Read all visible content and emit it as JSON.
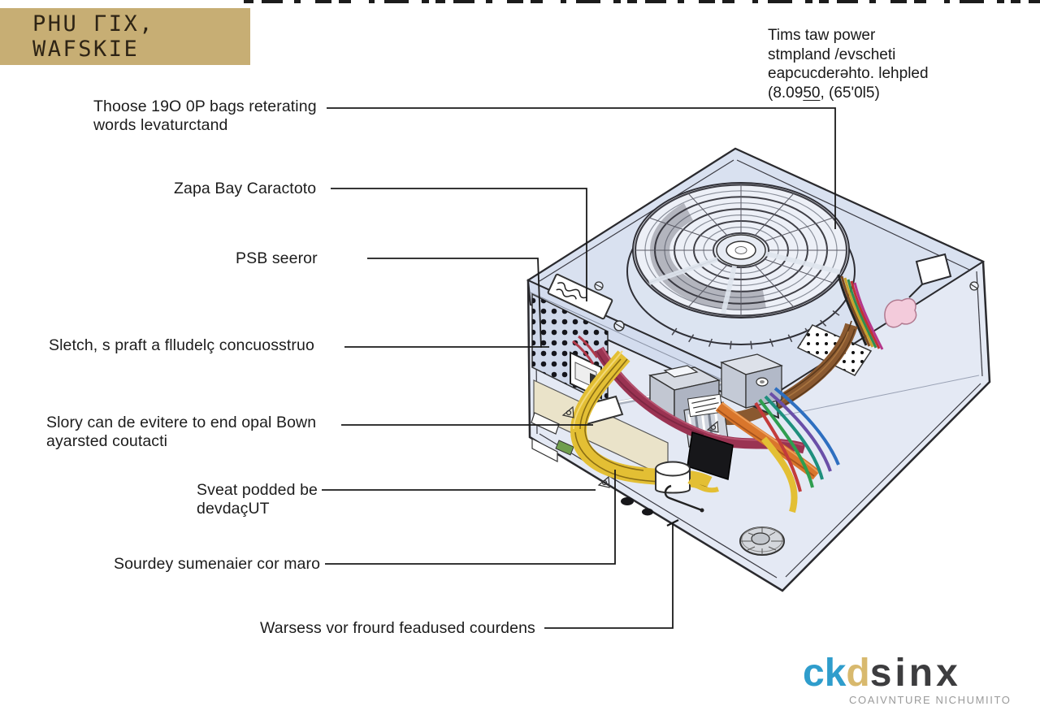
{
  "title_box": {
    "text": "PHU ΓIX, WAFSKIE"
  },
  "note": {
    "line1": "Tims taw power",
    "line2": "stmpland /evscheti",
    "line3": "eapcucderəhto. lehpled",
    "line4_pre": "(8.09",
    "line4_ul": "50",
    "line4_post": ", (65'0l5)"
  },
  "labels": [
    {
      "line1": "Thoose 19O 0P bags reterating",
      "line2": "words levaturctand"
    },
    {
      "line1": "Zapa Bay Caractoto"
    },
    {
      "line1": "PSB seeror"
    },
    {
      "line1": "Sletch, s praft a flludelç concuosstruo"
    },
    {
      "line1": "Slory can de evitere to end opal Bown",
      "line2": "ayarsted coutacti"
    },
    {
      "line1": "Sveat podded be",
      "line2": "devdaçUT"
    },
    {
      "line1": "Sourdey sumenaier cor maro"
    },
    {
      "line1": "Warsess vor frourd feadused courdens"
    }
  ],
  "logo": {
    "ck": "ck",
    "d": "d",
    "sinx": "sinx",
    "subtitle": "COAIVNTURE NICHUMIITO"
  },
  "colors": {
    "title_bg": "#c7ae74",
    "label_text": "#1c1c1c",
    "leader_line": "#1a1a1a",
    "logo_blue": "#2f9dcc",
    "logo_tan": "#d8b96e",
    "logo_dark": "#3d3d3f",
    "logo_subtitle_gray": "#9a9a9a",
    "case_fill": "#e4e9f4",
    "case_top_fill": "#d9e1f0",
    "outline": "#2a2a2e",
    "cable_yellow": "#e3bf34",
    "cable_maroon": "#9a3352",
    "cable_orange": "#d9762c",
    "cable_brown": "#8a5930",
    "pcb_beige": "#eae3c9"
  },
  "illustration": {
    "subject": "isometric cutaway drawing of a PC power supply unit",
    "parts": [
      "cooling-fan-grille",
      "hex-vent-panel",
      "ac-inlet-cutout",
      "ac-plug",
      "transformer-block",
      "heatsink-fins",
      "capacitor",
      "black-connector",
      "yellow-cable-bundle",
      "maroon-cable-bundle",
      "orange-cable-bundle",
      "brown-cable-bundle",
      "multicolor-wires",
      "mounting-disc",
      "label-plate"
    ]
  }
}
